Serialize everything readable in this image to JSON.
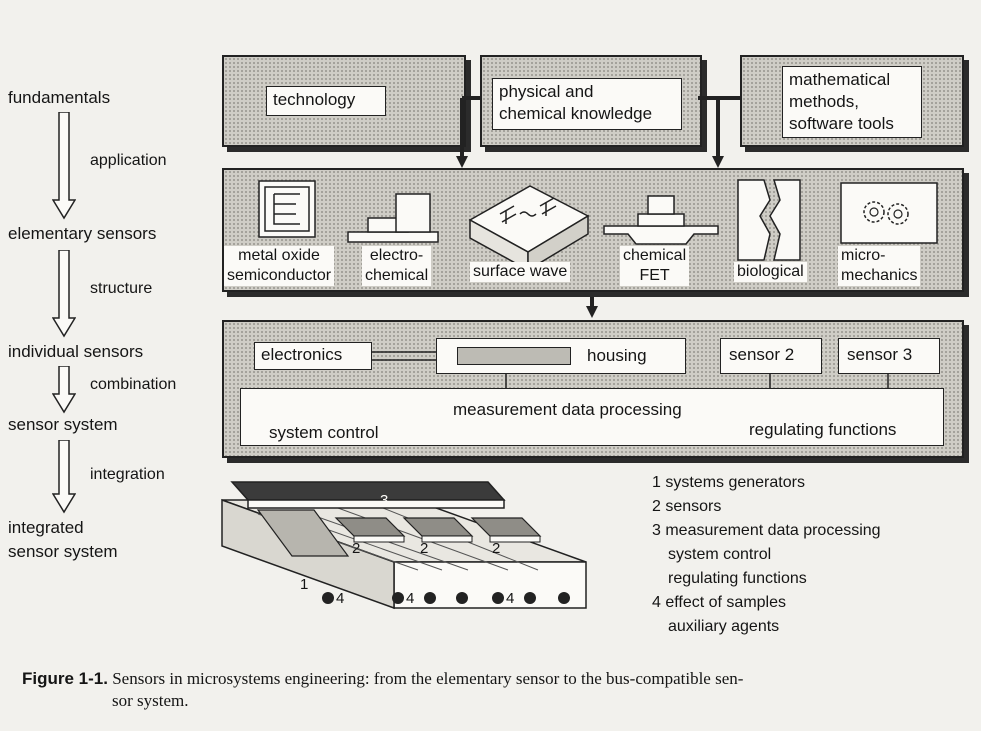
{
  "stages": {
    "fundamentals": "fundamentals",
    "elementary_sensors": "elementary sensors",
    "individual_sensors": "individual sensors",
    "sensor_system": "sensor system",
    "integrated_line1": "integrated",
    "integrated_line2": "sensor system"
  },
  "steps": {
    "application": "application",
    "structure": "structure",
    "combination": "combination",
    "integration": "integration"
  },
  "fundamentals_panel": {
    "technology": "technology",
    "physical_line1": "physical and",
    "physical_line2": "chemical knowledge",
    "math_line1": "mathematical",
    "math_line2": "methods,",
    "math_line3": "software tools"
  },
  "sensor_types": {
    "metal_oxide_line1": "metal oxide",
    "metal_oxide_line2": "semiconductor",
    "electro_line1": "electro-",
    "electro_line2": "chemical",
    "surface_wave": "surface wave",
    "chemical_fet_line1": "chemical",
    "chemical_fet_line2": "FET",
    "biological": "biological",
    "micro_line1": "micro-",
    "micro_line2": "mechanics"
  },
  "system_panel": {
    "electronics": "electronics",
    "housing": "housing",
    "sensor2": "sensor 2",
    "sensor3": "sensor 3",
    "measurement": "measurement data processing",
    "system_control": "system control",
    "regulating": "regulating functions"
  },
  "chip_labels": {
    "three": "3",
    "two_a": "2",
    "two_b": "2",
    "two_c": "2",
    "one": "1",
    "four_a": "4",
    "four_b": "4",
    "four_c": "4"
  },
  "legend": [
    "1 systems generators",
    "2 sensors",
    "3 measurement data processing",
    "system control",
    "regulating functions",
    "4 effect of samples",
    "auxiliary agents"
  ],
  "caption": {
    "label": "Figure 1-1.",
    "text": "Sensors in microsystems engineering: from the elementary sensor to the bus-compatible sen-",
    "text2": "sor system."
  },
  "colors": {
    "panel_fill": "#cfcdc6",
    "box_fill": "#fbfaf7",
    "ink": "#151515"
  }
}
